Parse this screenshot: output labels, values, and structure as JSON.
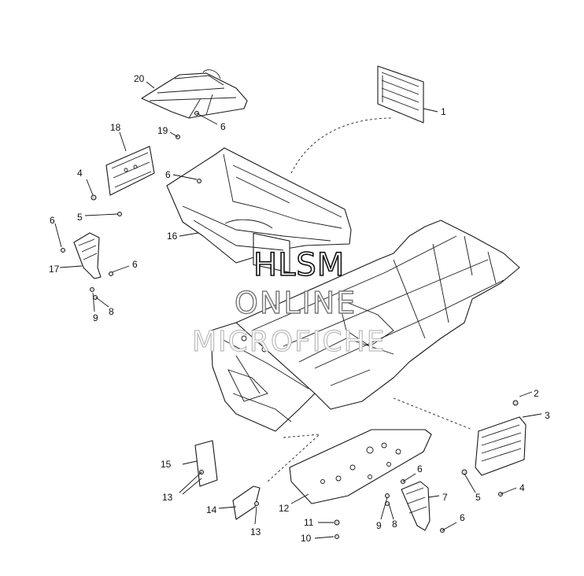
{
  "callouts": {
    "c1": "1",
    "c2": "2",
    "c3": "3",
    "c4a": "4",
    "c4b": "4",
    "c5a": "5",
    "c5b": "5",
    "c6a": "6",
    "c6b": "6",
    "c6c": "6",
    "c6d": "6",
    "c6e": "6",
    "c6f": "6",
    "c7": "7",
    "c8a": "8",
    "c8b": "8",
    "c9a": "9",
    "c9b": "9",
    "c10": "10",
    "c11": "11",
    "c12": "12",
    "c13a": "13",
    "c13b": "13",
    "c14": "14",
    "c15": "15",
    "c16": "16",
    "c17": "17",
    "c18": "18",
    "c19": "19",
    "c20": "20"
  },
  "watermark": {
    "line1": "HLSM",
    "line2": "ONLINE",
    "line3": "MICROFICHE"
  }
}
